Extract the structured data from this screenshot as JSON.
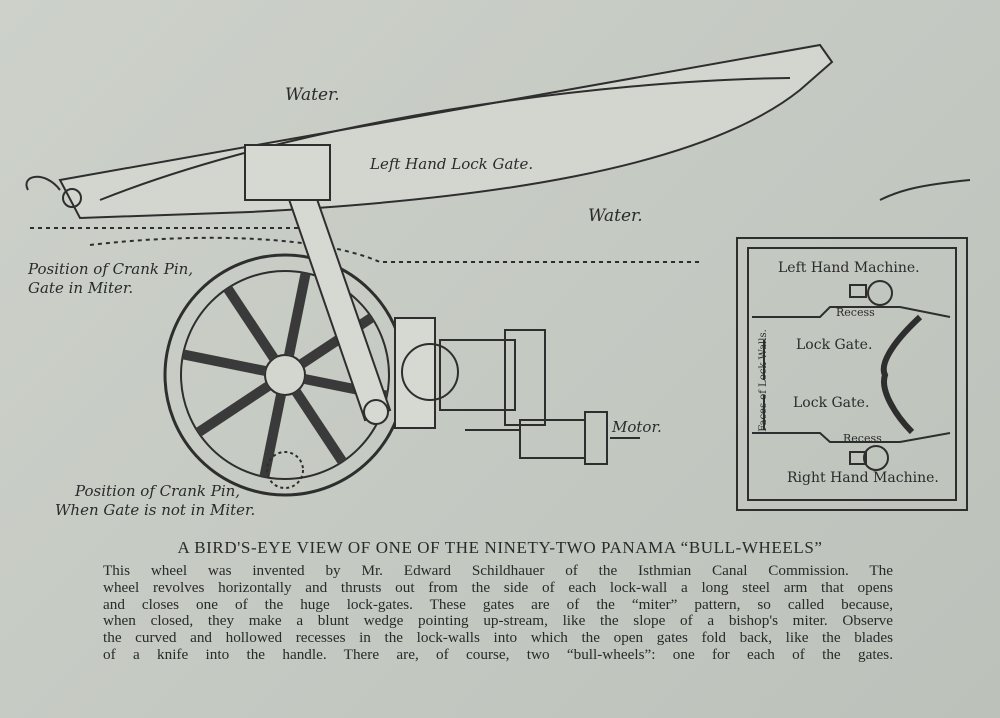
{
  "illustration": {
    "labels": {
      "water_top": "Water.",
      "left_gate": "Left Hand Lock Gate.",
      "water_right": "Water.",
      "crank_miter_1": "Position of Crank Pin,",
      "crank_miter_2": "Gate in Miter.",
      "motor": "Motor.",
      "crank_not_miter_1": "Position of Crank Pin,",
      "crank_not_miter_2": "When Gate is not in Miter."
    },
    "inset": {
      "left_machine": "Left Hand Machine.",
      "recess_top": "Recess",
      "lock_gate_1": "Lock Gate.",
      "faces": "Faces of Lock Walls.",
      "lock_gate_2": "Lock Gate.",
      "recess_bottom": "Recess",
      "right_machine": "Right Hand Machine."
    }
  },
  "caption": {
    "title": "A BIRD'S-EYE VIEW OF ONE OF THE NINETY-TWO PANAMA “BULL-WHEELS”",
    "lines": [
      "This wheel was invented by Mr. Edward Schildhauer of the Isthmian Canal Commission. The",
      "wheel revolves horizontally and thrusts out from the side of each lock-wall a long steel arm that opens",
      "and closes one of the huge lock-gates. These gates are of the “miter” pattern, so called because,",
      "when closed, they make a blunt wedge pointing up-stream, like the slope of a bishop's miter. Observe",
      "the curved and hollowed recesses in the lock-walls into which the open gates fold back, like the blades",
      "of a knife into the handle. There are, of course, two “bull-wheels”: one for each of the gates."
    ]
  }
}
